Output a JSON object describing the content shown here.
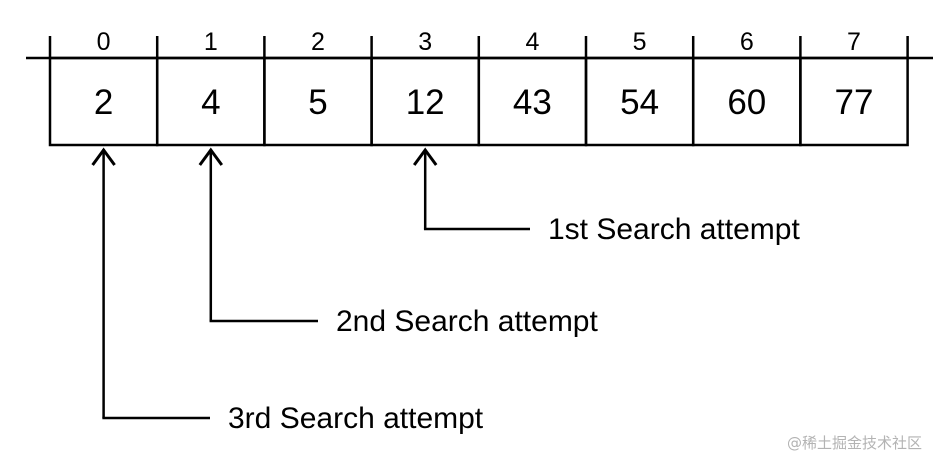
{
  "diagram": {
    "array": {
      "indices": [
        "0",
        "1",
        "2",
        "3",
        "4",
        "5",
        "6",
        "7"
      ],
      "values": [
        "2",
        "4",
        "5",
        "12",
        "43",
        "54",
        "60",
        "77"
      ]
    },
    "attempts": [
      {
        "label": "1st Search attempt",
        "target_index": 3
      },
      {
        "label": "2nd Search attempt",
        "target_index": 1
      },
      {
        "label": "3rd Search attempt",
        "target_index": 0
      }
    ],
    "colors": {
      "line": "#000000",
      "text": "#000000",
      "watermark": "#b3b3b3"
    }
  },
  "watermark": "@稀土掘金技术社区"
}
